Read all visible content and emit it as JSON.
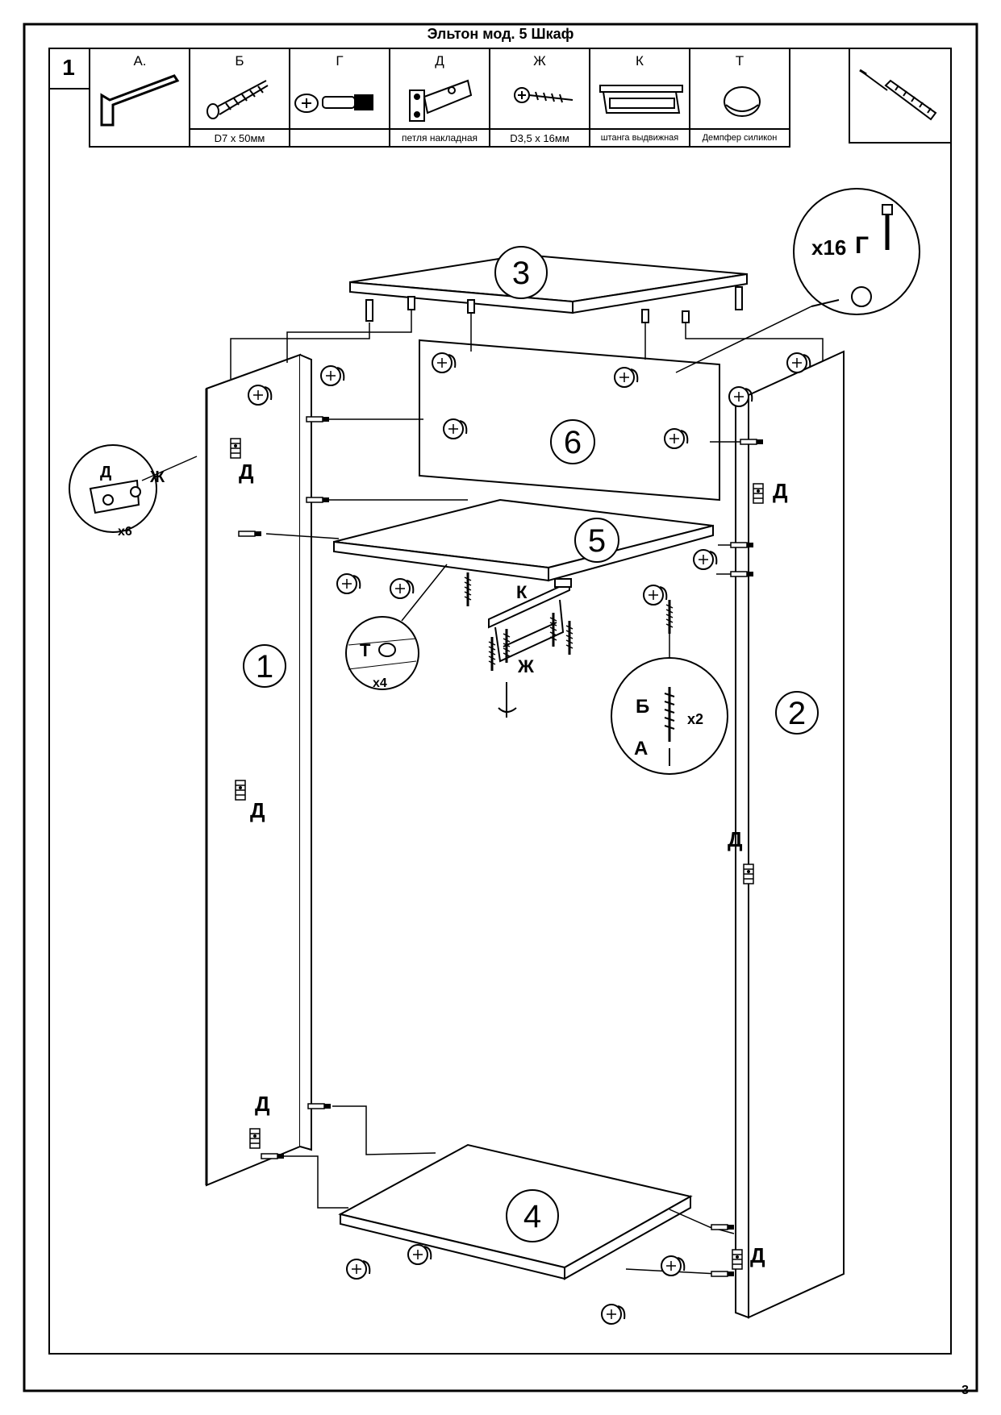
{
  "title": "Эльтон мод. 5 Шкаф",
  "step_number": "1",
  "page_number": "3",
  "parts": [
    {
      "letter": "А.",
      "caption": "",
      "icon": "hex-key-icon"
    },
    {
      "letter": "Б",
      "caption": "D7 x 50мм",
      "icon": "confirmat-screw-icon"
    },
    {
      "letter": "Г",
      "caption": "",
      "icon": "cam-lock-icon"
    },
    {
      "letter": "Д",
      "caption": "петля накладная",
      "icon": "hinge-icon"
    },
    {
      "letter": "Ж",
      "caption": "D3,5 x 16мм",
      "icon": "wood-screw-icon"
    },
    {
      "letter": "К",
      "caption": "штанга выдвижная",
      "icon": "pull-out-rail-icon"
    },
    {
      "letter": "Т",
      "caption": "Демпфер силикон",
      "icon": "silicone-damper-icon"
    }
  ],
  "tool": "screwdriver-icon",
  "panels": {
    "p1": "1",
    "p2": "2",
    "p3": "3",
    "p4": "4",
    "p5": "5",
    "p6": "6"
  },
  "labels": {
    "hinge": "Д",
    "screw": "Ж",
    "rail": "К",
    "damper": "Т",
    "confirmat": "Б",
    "hexkey": "А",
    "cam": "Г"
  },
  "quantities": {
    "cam": "x16",
    "hinge": "x6",
    "damper": "x4",
    "confirmat": "x2"
  }
}
